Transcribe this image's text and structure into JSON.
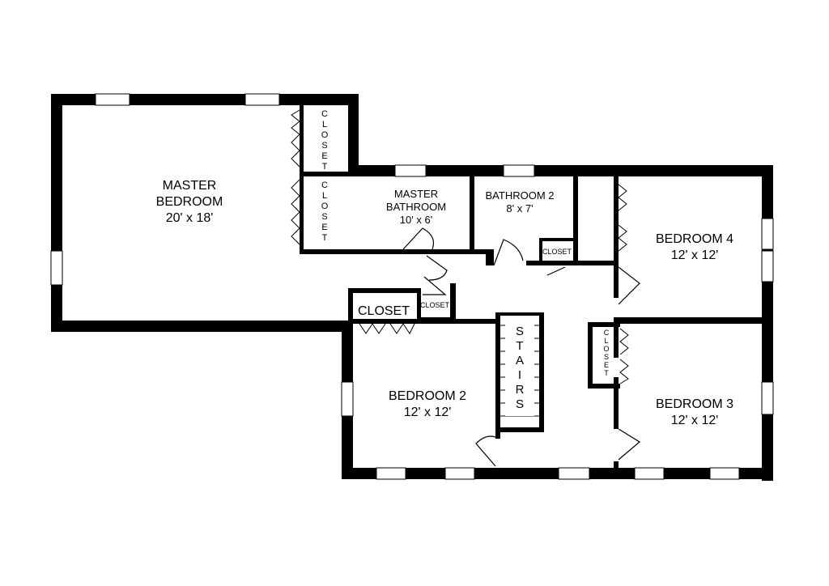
{
  "rooms": {
    "master_bedroom": {
      "name_line1": "MASTER",
      "name_line2": "BEDROOM",
      "size": "20' x 18'"
    },
    "master_bathroom": {
      "name_line1": "MASTER",
      "name_line2": "BATHROOM",
      "size": "10' x 6'"
    },
    "bathroom_2": {
      "name": "BATHROOM 2",
      "size": "8' x 7'"
    },
    "bedroom_4": {
      "name": "BEDROOM 4",
      "size": "12' x 12'"
    },
    "bedroom_2": {
      "name": "BEDROOM 2",
      "size": "12' x 12'"
    },
    "bedroom_3": {
      "name": "BEDROOM 3",
      "size": "12' x 12'"
    }
  },
  "closets": {
    "vertical_letters": [
      "C",
      "L",
      "O",
      "S",
      "E",
      "T"
    ],
    "hall_closet": "CLOSET",
    "small_closet_a": "CLOSET",
    "small_closet_b": "CLOSET"
  },
  "stairs": {
    "letters": [
      "S",
      "T",
      "A",
      "I",
      "R",
      "S"
    ]
  }
}
